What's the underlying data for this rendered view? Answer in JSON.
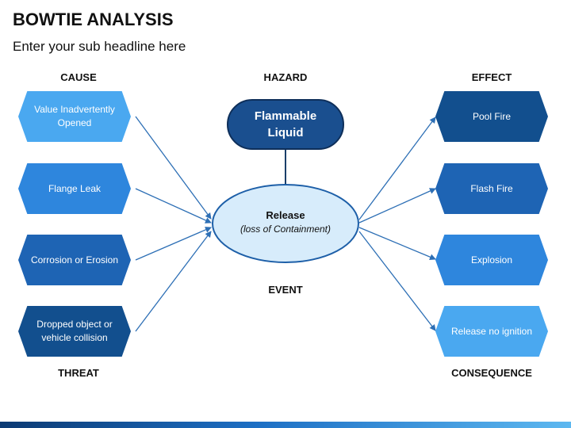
{
  "title": "BOWTIE ANALYSIS",
  "subtitle": "Enter your sub headline here",
  "labels": {
    "cause": "CAUSE",
    "hazard": "HAZARD",
    "effect": "EFFECT",
    "event": "EVENT",
    "threat": "THREAT",
    "consequence": "CONSEQUENCE"
  },
  "hazard": "Flammable Liquid",
  "event": {
    "title": "Release",
    "subtitle": "(loss of Containment)"
  },
  "causes": [
    {
      "text": "Value Inadvertently Opened",
      "color": "#4aa8f0"
    },
    {
      "text": "Flange Leak",
      "color": "#2e86dd"
    },
    {
      "text": "Corrosion or Erosion",
      "color": "#1e64b4"
    },
    {
      "text": "Dropped object or vehicle collision",
      "color": "#124f8e"
    }
  ],
  "effects": [
    {
      "text": "Pool Fire",
      "color": "#124f8e"
    },
    {
      "text": "Flash Fire",
      "color": "#1e64b4"
    },
    {
      "text": "Explosion",
      "color": "#2e86dd"
    },
    {
      "text": "Release no ignition",
      "color": "#4aa8f0"
    }
  ],
  "colors": {
    "connector": "#2d6fb5",
    "event_fill": "#d7ecfb",
    "event_stroke": "#1d5fa8"
  }
}
